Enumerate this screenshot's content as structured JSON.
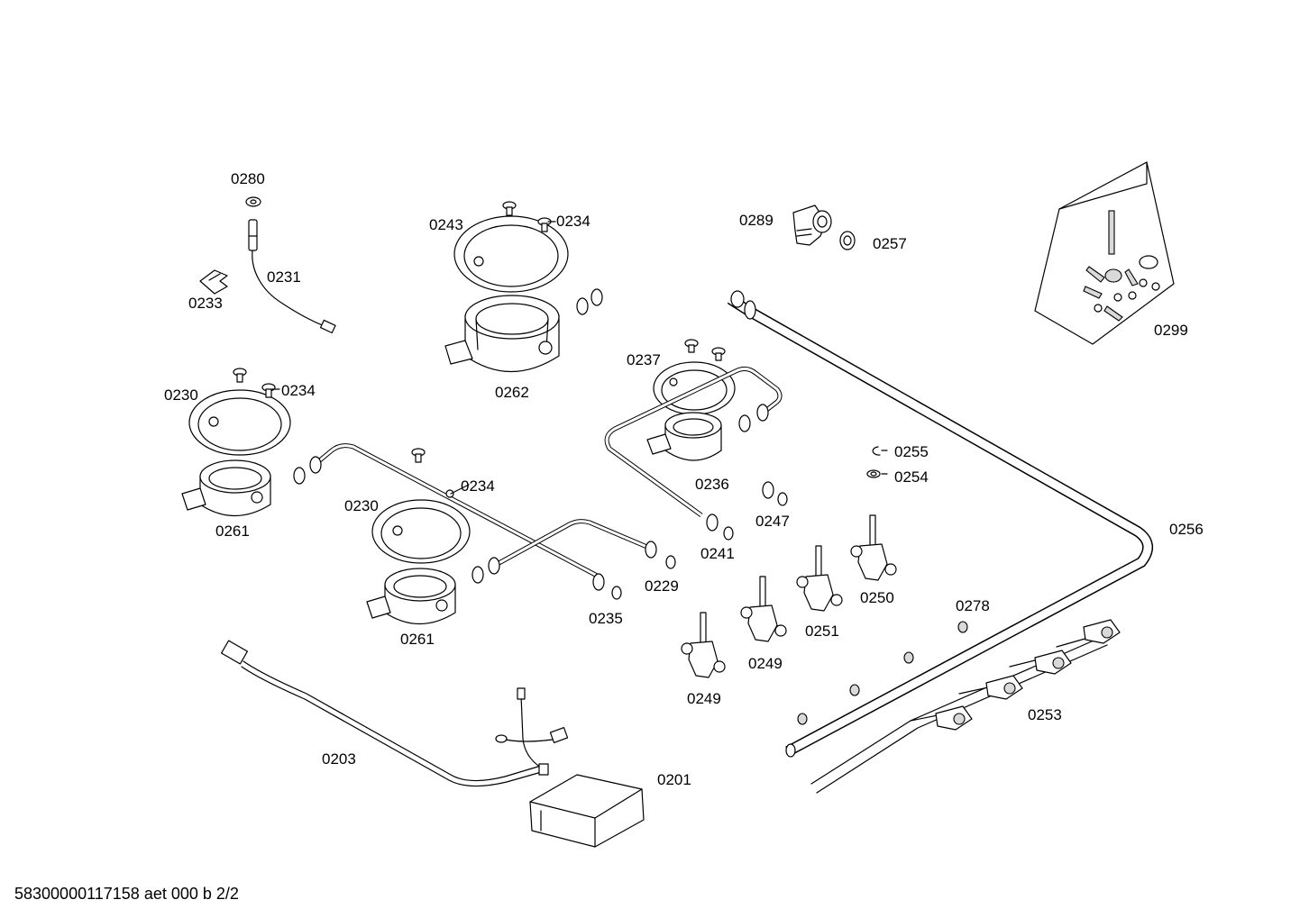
{
  "parts": [
    {
      "id": "p0280",
      "number": "0280"
    },
    {
      "id": "p0231",
      "number": "0231"
    },
    {
      "id": "p0233",
      "number": "0233"
    },
    {
      "id": "p0243",
      "number": "0243"
    },
    {
      "id": "p0234a",
      "number": "0234"
    },
    {
      "id": "p0262",
      "number": "0262"
    },
    {
      "id": "p0289",
      "number": "0289"
    },
    {
      "id": "p0257",
      "number": "0257"
    },
    {
      "id": "p0299",
      "number": "0299"
    },
    {
      "id": "p0230a",
      "number": "0230"
    },
    {
      "id": "p0234b",
      "number": "0234"
    },
    {
      "id": "p0261a",
      "number": "0261"
    },
    {
      "id": "p0237",
      "number": "0237"
    },
    {
      "id": "p0236",
      "number": "0236"
    },
    {
      "id": "p0255",
      "number": "0255"
    },
    {
      "id": "p0254",
      "number": "0254"
    },
    {
      "id": "p0234c",
      "number": "0234"
    },
    {
      "id": "p0230b",
      "number": "0230"
    },
    {
      "id": "p0261b",
      "number": "0261"
    },
    {
      "id": "p0247",
      "number": "0247"
    },
    {
      "id": "p0241",
      "number": "0241"
    },
    {
      "id": "p0229",
      "number": "0229"
    },
    {
      "id": "p0235",
      "number": "0235"
    },
    {
      "id": "p0256",
      "number": "0256"
    },
    {
      "id": "p0250",
      "number": "0250"
    },
    {
      "id": "p0251",
      "number": "0251"
    },
    {
      "id": "p0278",
      "number": "0278"
    },
    {
      "id": "p0249a",
      "number": "0249"
    },
    {
      "id": "p0249b",
      "number": "0249"
    },
    {
      "id": "p0253",
      "number": "0253"
    },
    {
      "id": "p0203",
      "number": "0203"
    },
    {
      "id": "p0201",
      "number": "0201"
    }
  ],
  "footer": {
    "document_code": "58300000117158 aet 000 b 2/2"
  }
}
